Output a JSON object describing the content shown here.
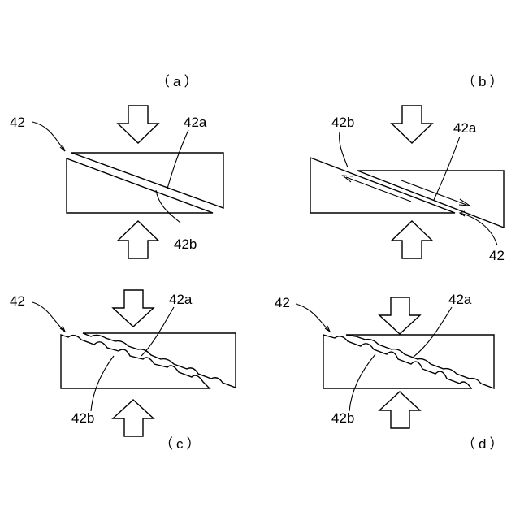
{
  "panels": {
    "a": {
      "caption": "（a）",
      "label_member": "42",
      "label_upper": "42a",
      "label_lower": "42b"
    },
    "b": {
      "caption": "（b）",
      "label_member": "42",
      "label_upper": "42a",
      "label_lower": "42b"
    },
    "c": {
      "caption": "（c）",
      "label_member": "42",
      "label_upper": "42a",
      "label_lower": "42b"
    },
    "d": {
      "caption": "（d）",
      "label_member": "42",
      "label_upper": "42a",
      "label_lower": "42b"
    }
  },
  "colors": {
    "line": "#000000",
    "fill": "#ffffff"
  }
}
